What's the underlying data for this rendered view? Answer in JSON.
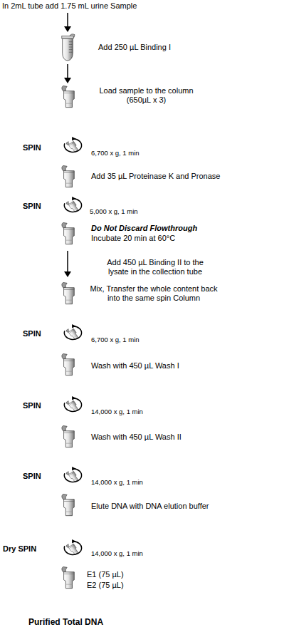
{
  "diagram": {
    "labels": [
      "In 2mL tube add 1.75 mL urine Sample",
      "Add 250 µL Binding I",
      "Load sample to the column (650µL x 3)",
      "SPIN",
      "6,700 x g, 1 min",
      "Add 35 µL Proteinase K and Pronase",
      "SPIN",
      "5,000 x g, 1 min",
      "Do Not Discard Flowthrough",
      "Incubate 20 min at 60°C",
      "Add 450 µL Binding II to the lysate in the collection tube",
      "Mix, Transfer the whole content back into the same spin Column",
      "SPIN",
      "6,700 x g, 1 min",
      "Wash with 450 µL Wash I",
      "SPIN",
      "14,000 x g, 1 min",
      "Wash with 450 µL Wash II",
      "SPIN",
      "14,000 x g, 1 min",
      "Elute DNA with DNA elution buffer",
      "Dry SPIN",
      "14,000 x g, 1 min",
      "E1 (75 µL)",
      "E2 (75 µL)",
      "Purified Total DNA"
    ]
  }
}
